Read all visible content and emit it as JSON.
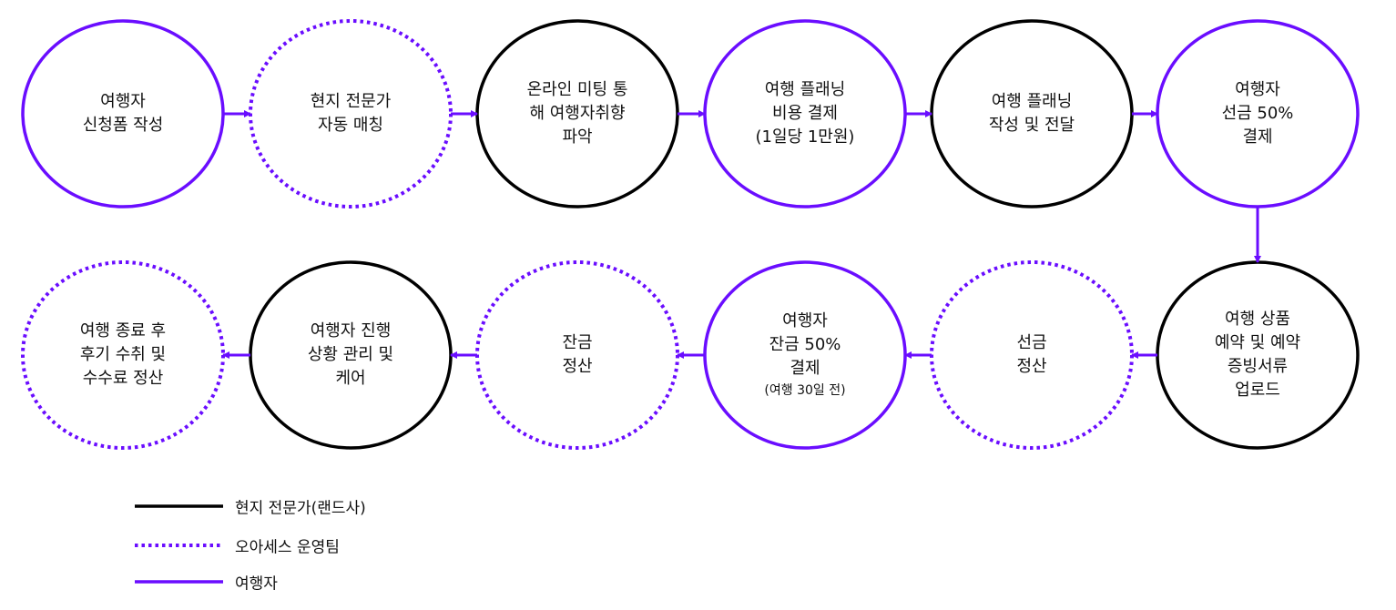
{
  "colors": {
    "purple": "#6a0dff",
    "black": "#000000"
  },
  "nodes": [
    {
      "id": 1,
      "style": "traveler",
      "lines": [
        "여행자",
        "신청폼 작성"
      ]
    },
    {
      "id": 2,
      "style": "oasis",
      "lines": [
        "현지 전문가",
        "자동 매칭"
      ]
    },
    {
      "id": 3,
      "style": "expert",
      "lines": [
        "온라인 미팅 통",
        "해 여행자취향",
        "파악"
      ]
    },
    {
      "id": 4,
      "style": "traveler",
      "lines": [
        "여행 플래닝",
        "비용 결제",
        "(1일당 1만원)"
      ]
    },
    {
      "id": 5,
      "style": "expert",
      "lines": [
        "여행 플래닝",
        "작성 및 전달"
      ]
    },
    {
      "id": 6,
      "style": "traveler",
      "lines": [
        "여행자",
        "선금 50%",
        "결제"
      ]
    },
    {
      "id": 7,
      "style": "expert",
      "lines": [
        "여행 상품",
        "예약 및 예약",
        "증빙서류",
        "업로드"
      ]
    },
    {
      "id": 8,
      "style": "oasis",
      "lines": [
        "선금",
        "정산"
      ]
    },
    {
      "id": 9,
      "style": "traveler",
      "lines": [
        "여행자",
        "잔금 50%",
        "결제"
      ],
      "note": "(여행 30일 전)"
    },
    {
      "id": 10,
      "style": "oasis",
      "lines": [
        "잔금",
        "정산"
      ]
    },
    {
      "id": 11,
      "style": "expert",
      "lines": [
        "여행자 진행",
        "상황 관리 및",
        "케어"
      ]
    },
    {
      "id": 12,
      "style": "oasis",
      "lines": [
        "여행 종료 후",
        "후기 수취 및",
        "수수료 정산"
      ]
    }
  ],
  "legend": [
    {
      "style": "expert",
      "label": "현지 전문가(랜드사)"
    },
    {
      "style": "oasis",
      "label": "오아세스 운영팀"
    },
    {
      "style": "traveler",
      "label": "여행자"
    }
  ]
}
